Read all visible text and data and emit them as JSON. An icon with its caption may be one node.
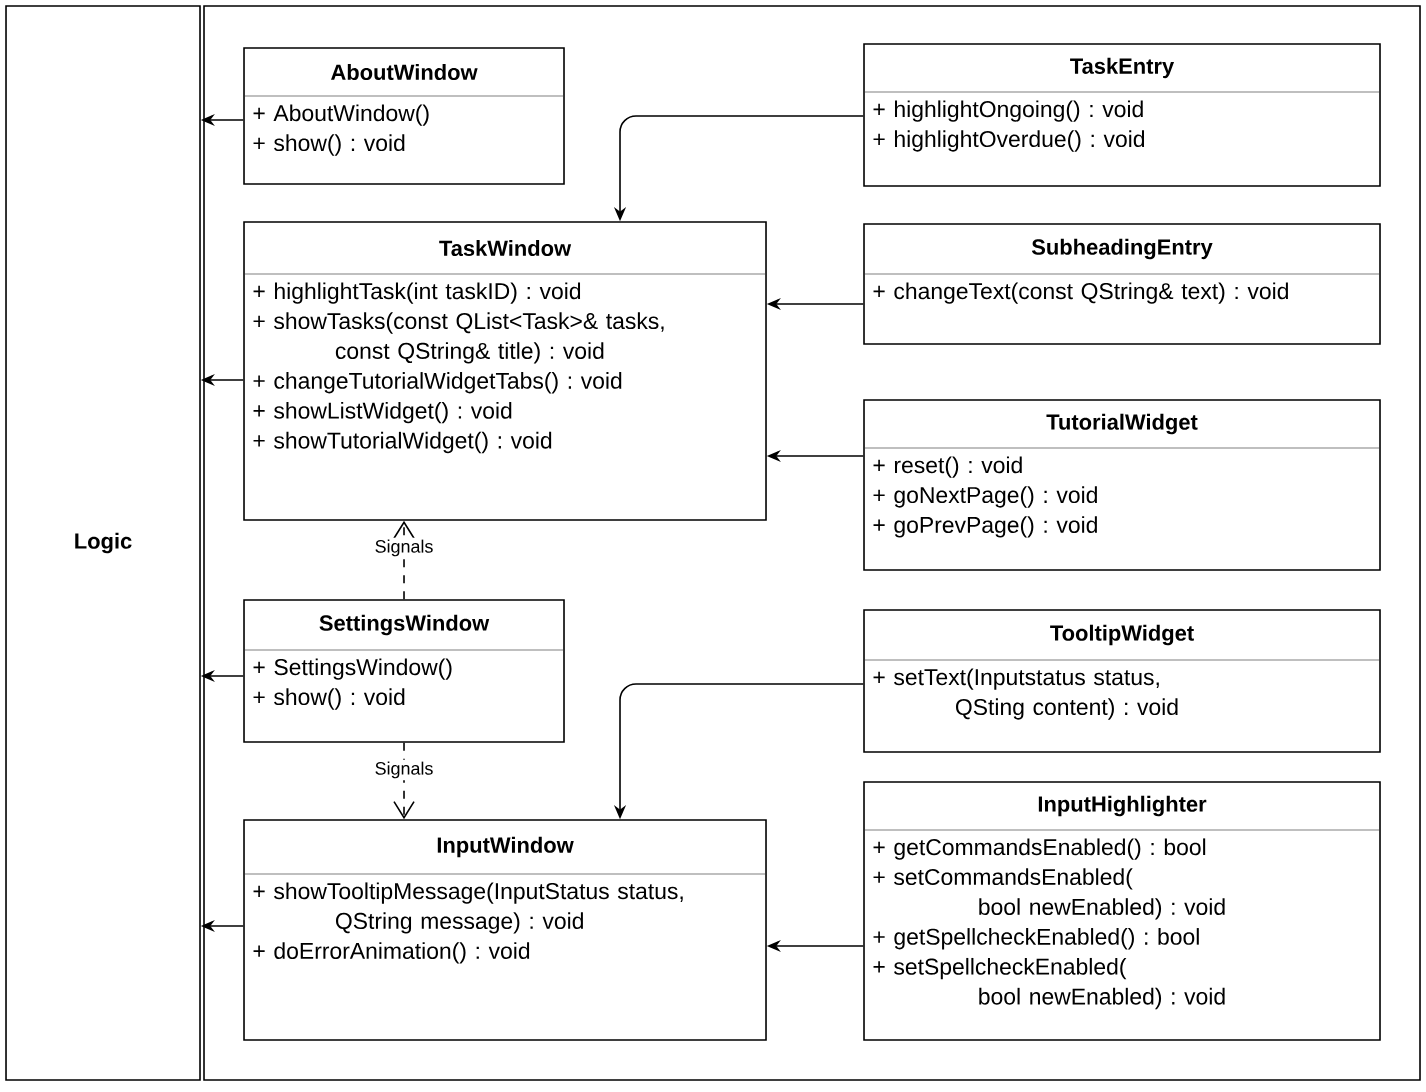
{
  "diagram": {
    "nodes": [
      {
        "text": [
          "Logic"
        ]
      },
      {
        "text": [],
        "shape": "box"
      },
      {
        "text": [
          "AboutWindow",
          "+ AboutWindow()",
          "+ show() : void"
        ],
        "in": 1
      },
      {
        "text": [
          "TaskEntry",
          "+ highlightOngoing() : void",
          "+ highlightOverdue() : void"
        ],
        "in": 1
      },
      {
        "text": [
          "TaskWindow",
          "+ highlightTask(int taskID) : void",
          "+ showTasks(const QList<Task>& tasks, const QString& title) : void",
          "+ changeTutorialWidgetTabs() : void",
          "+ showListWidget() : void",
          "+ showTutorialWidget() : void"
        ],
        "in": 1
      },
      {
        "text": [
          "SubheadingEntry",
          "+ changeText(const QString& text) : void"
        ],
        "in": 1
      },
      {
        "text": [
          "TutorialWidget",
          "+ reset() : void",
          "+ goNextPage() : void",
          "+ goPrevPage() : void"
        ],
        "in": 1
      },
      {
        "text": [
          "SettingsWindow",
          "+ SettingsWindow()",
          "+ show() : void"
        ],
        "in": 1
      },
      {
        "text": [
          "TooltipWidget",
          "+ setText(Inputstatus status, QSting content) : void"
        ],
        "in": 1
      },
      {
        "text": [
          "InputWindow",
          "+ showTooltipMessage(InputStatus status, QString message) : void",
          "+ doErrorAnimation() : void"
        ],
        "in": 1
      },
      {
        "text": [
          "InputHighlighter",
          "+ getCommandsEnabled() : bool",
          "+ setCommandsEnabled( bool newEnabled) : void",
          "+ getSpellcheckEnabled() : bool",
          "+ setSpellcheckEnabled( bool newEnabled) : void"
        ],
        "in": 1
      }
    ],
    "edges": [
      {
        "from": 2,
        "to": 0,
        "arrow": "to"
      },
      {
        "from": 4,
        "to": 0,
        "arrow": "to"
      },
      {
        "from": 7,
        "to": 0,
        "arrow": "to"
      },
      {
        "from": 9,
        "to": 0,
        "arrow": "to"
      },
      {
        "from": 3,
        "to": 4,
        "arrow": "to"
      },
      {
        "from": 5,
        "to": 4,
        "arrow": "to"
      },
      {
        "from": 6,
        "to": 4,
        "arrow": "to"
      },
      {
        "from": 7,
        "to": 4,
        "arrow": "to",
        "style": "dashed",
        "label": "Signals"
      },
      {
        "from": 7,
        "to": 9,
        "arrow": "to",
        "style": "dashed",
        "label": "Signals"
      },
      {
        "from": 8,
        "to": 9,
        "arrow": "to"
      },
      {
        "from": 10,
        "to": 9,
        "arrow": "to"
      }
    ]
  }
}
